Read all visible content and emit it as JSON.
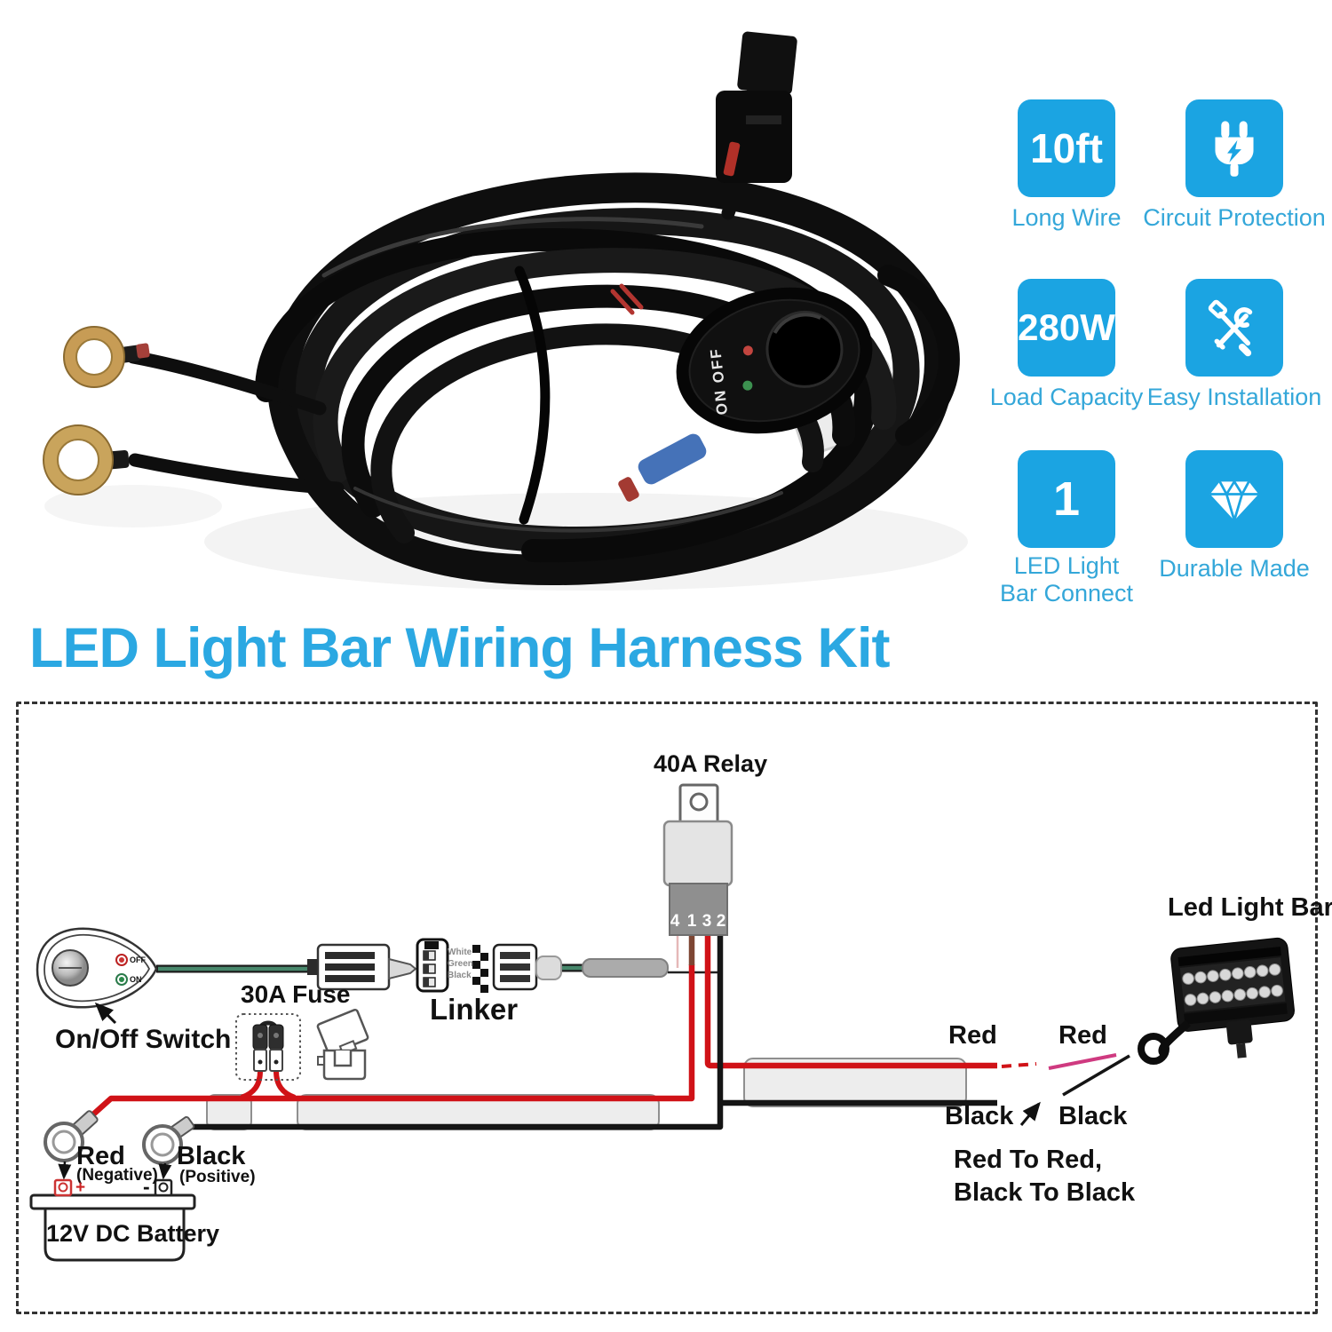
{
  "title": {
    "text": "LED Light Bar Wiring Harness Kit"
  },
  "features": {
    "items": [
      {
        "badge": "10ft",
        "icon": "",
        "label": "Long Wire"
      },
      {
        "badge": "",
        "icon": "plug",
        "label": "Circuit Protection"
      },
      {
        "badge": "280W",
        "icon": "",
        "label": "Load Capacity"
      },
      {
        "badge": "",
        "icon": "tools",
        "label": "Easy Installation"
      },
      {
        "badge": "1",
        "icon": "",
        "label": "LED Light Bar Connect"
      },
      {
        "badge": "",
        "icon": "diamond",
        "label": "Durable Made"
      }
    ]
  },
  "photo": {
    "switch_text": "ON OFF"
  },
  "diagram": {
    "relay": {
      "label": "40A Relay",
      "pins": [
        "4",
        "1",
        "3",
        "2"
      ]
    },
    "switch": {
      "label": "On/Off Switch",
      "led_off": "OFF",
      "led_on": "ON"
    },
    "fuse": {
      "label": "30A Fuse"
    },
    "linker": {
      "label": "Linker",
      "wire_colors": [
        "White",
        "Green",
        "Black"
      ]
    },
    "lightbar": {
      "label": "Led Light Bar"
    },
    "battery": {
      "label": "12V DC Battery",
      "plus": "+",
      "minus": "-"
    },
    "battery_wires": {
      "red": "Red",
      "red_sub": "(Negative)",
      "black": "Black",
      "black_sub": "(Positive)"
    },
    "connections": {
      "red_left": "Red",
      "red_right": "Red",
      "black_left": "Black",
      "black_right": "Black",
      "note1": "Red To Red,",
      "note2": "Black To Black"
    }
  },
  "colors": {
    "tile_blue": "#1BA4E2",
    "caption_blue": "#34A7D9",
    "heading_blue": "#2BA8E2",
    "wire_red": "#D01217",
    "wire_black": "#151515",
    "wire_green": "#47876B"
  }
}
